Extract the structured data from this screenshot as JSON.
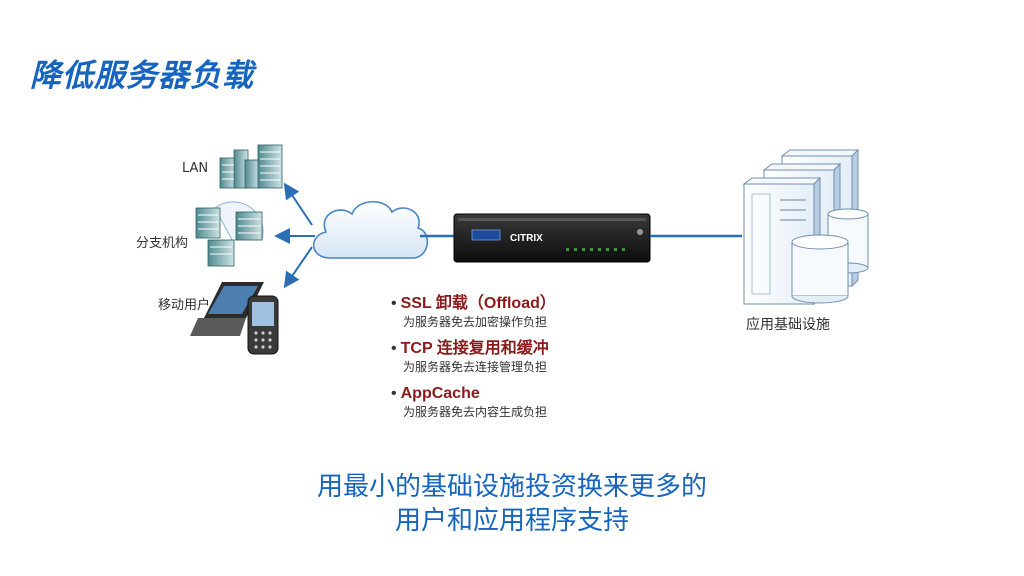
{
  "title": "降低服务器负载",
  "left_labels": {
    "lan": "LAN",
    "branch": "分支机构",
    "mobile": "移动用户"
  },
  "appliance_brand": "CITRIX",
  "right_label": "应用基础设施",
  "features": [
    {
      "heading": "SSL 卸载（Offload）",
      "desc": "为服务器免去加密操作负担"
    },
    {
      "heading": "TCP 连接复用和缓冲",
      "desc": "为服务器免去连接管理负担"
    },
    {
      "heading": "AppCache",
      "desc": "为服务器免去内容生成负担"
    }
  ],
  "slogan": {
    "line1": "用最小的基础设施投资换来更多的",
    "line2": "用户和应用程序支持"
  },
  "colors": {
    "title": "#1565c0",
    "link_line": "#2a6fb6",
    "feature_heading": "#8b1a1a"
  }
}
